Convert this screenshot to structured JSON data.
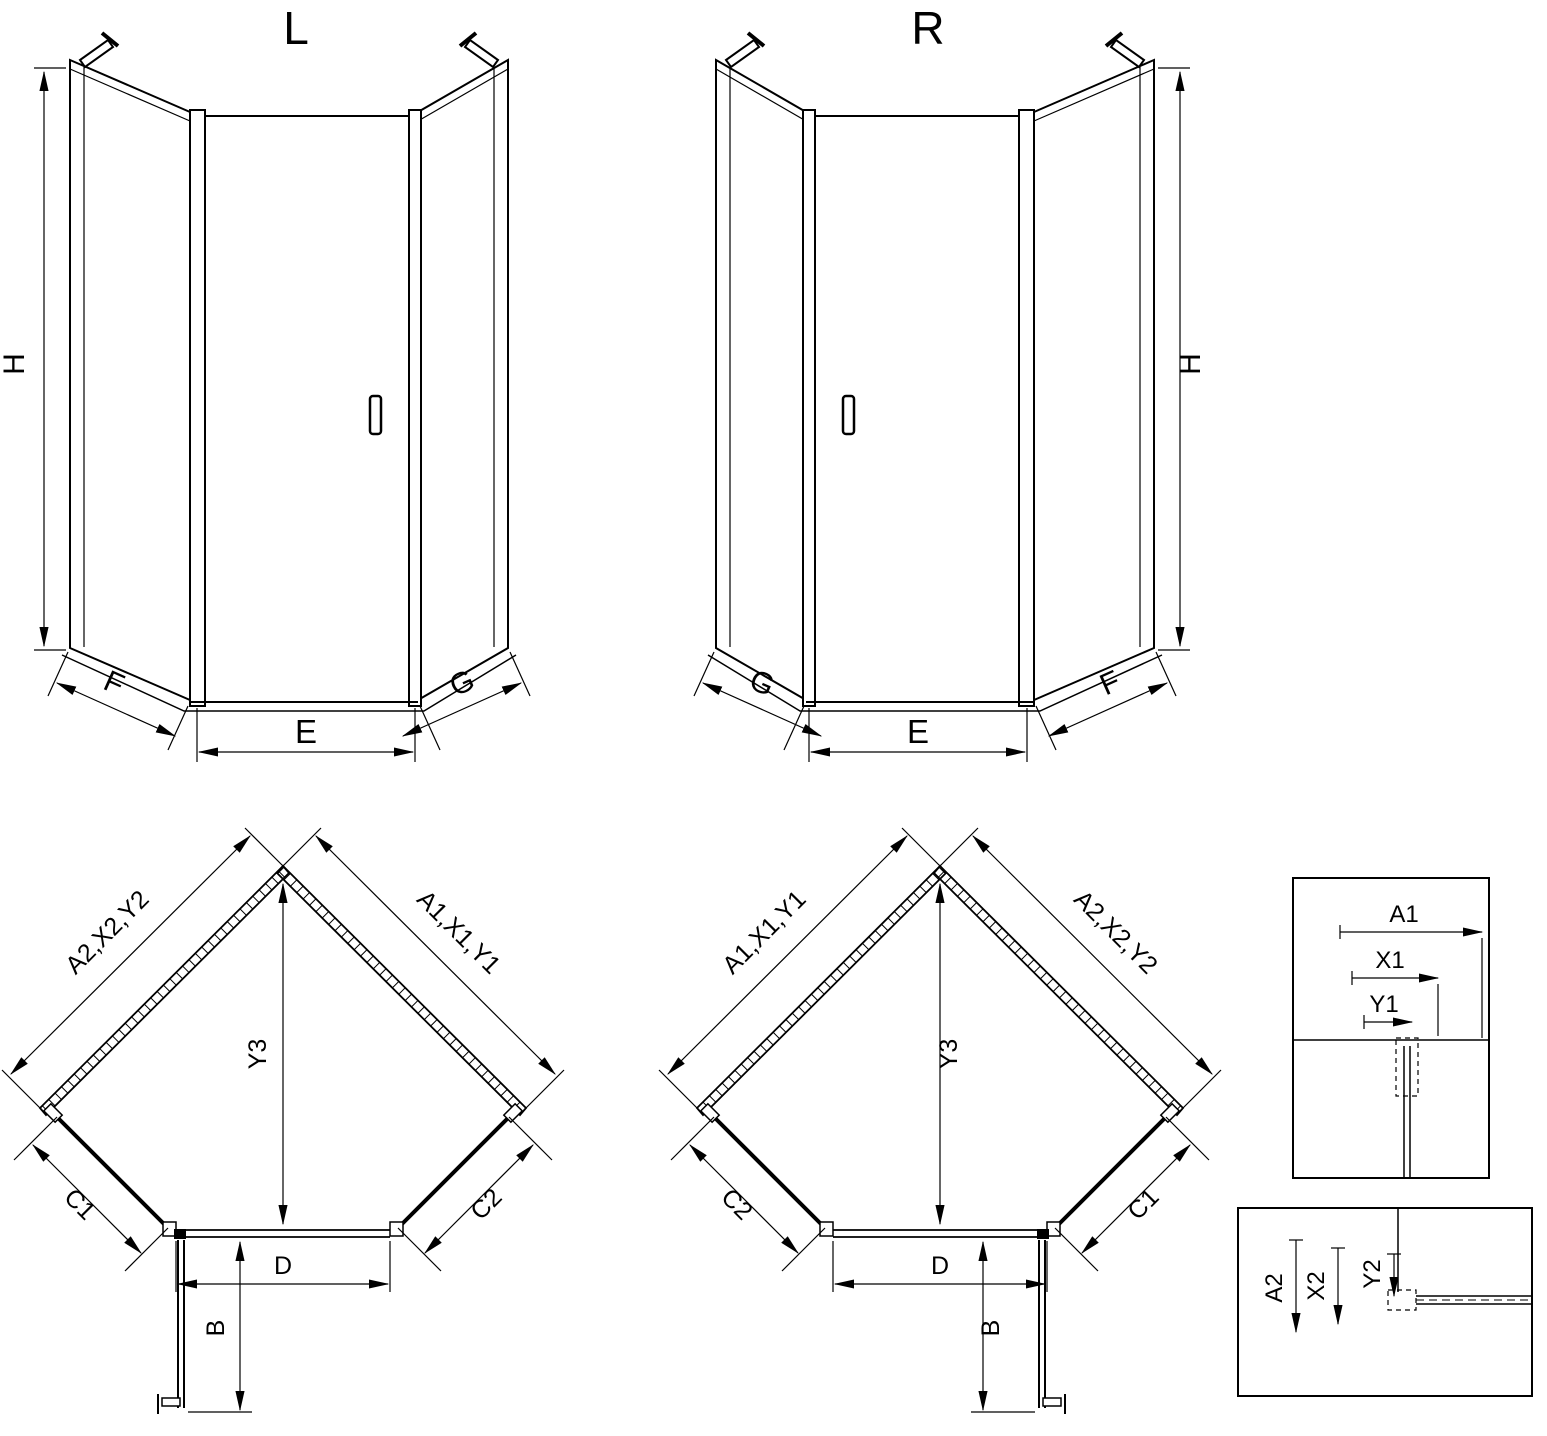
{
  "drawing": {
    "front_left": {
      "title": "L",
      "h": "H",
      "f": "F",
      "e": "E",
      "g": "G"
    },
    "front_right": {
      "title": "R",
      "h": "H",
      "f": "F",
      "e": "E",
      "g": "G"
    },
    "plan_left": {
      "wall_left": "A2,X2,Y2",
      "wall_right": "A1,X1,Y1",
      "depth": "Y3",
      "side_left": "C1",
      "side_right": "C2",
      "door": "D",
      "door_open": "B"
    },
    "plan_right": {
      "wall_left": "A1,X1,Y1",
      "wall_right": "A2,X2,Y2",
      "depth": "Y3",
      "side_left": "C2",
      "side_right": "C1",
      "door": "D",
      "door_open": "B"
    },
    "detail_top": {
      "a": "A1",
      "x": "X1",
      "y": "Y1"
    },
    "detail_bottom": {
      "a": "A2",
      "x": "X2",
      "y": "Y2"
    }
  }
}
